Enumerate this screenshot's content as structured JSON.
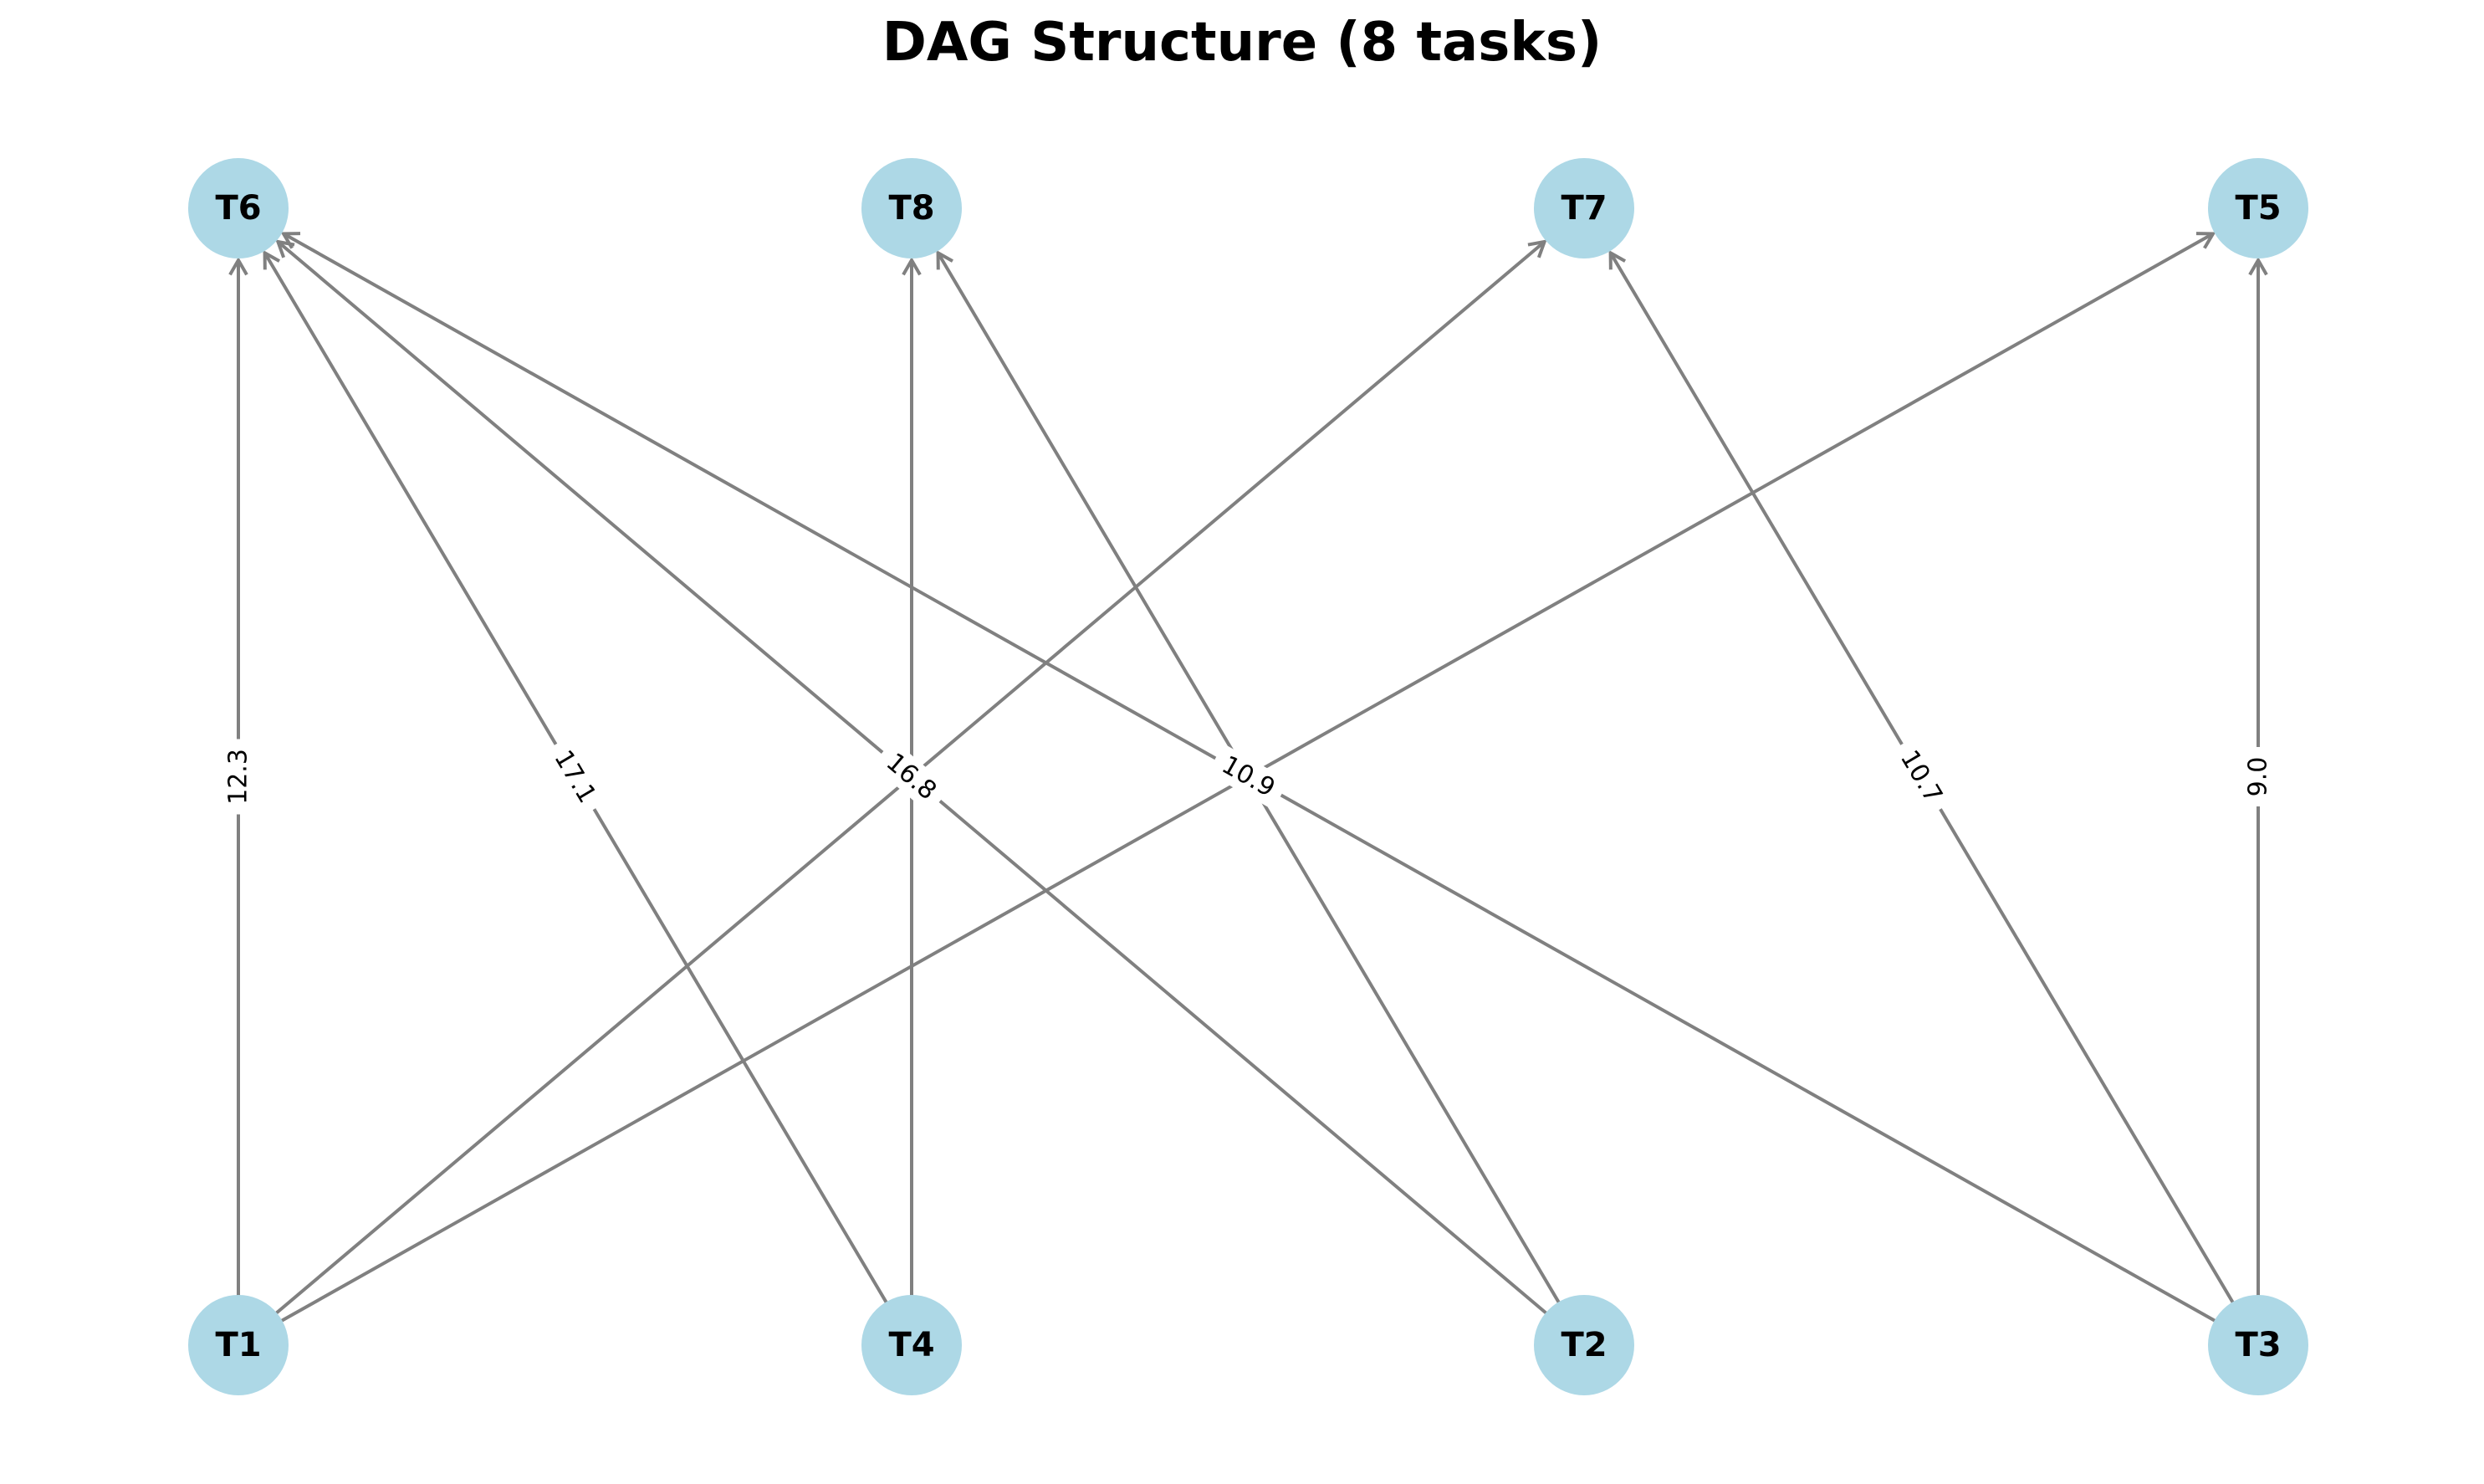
{
  "title": "DAG Structure (8 tasks)",
  "colors": {
    "node_fill": "#add8e6",
    "edge": "#808080",
    "label_bg": "#ffffff"
  },
  "nodes": [
    {
      "id": "T6",
      "row": "top",
      "col": 0
    },
    {
      "id": "T8",
      "row": "top",
      "col": 1
    },
    {
      "id": "T7",
      "row": "top",
      "col": 2
    },
    {
      "id": "T5",
      "row": "top",
      "col": 3
    },
    {
      "id": "T1",
      "row": "bottom",
      "col": 0
    },
    {
      "id": "T4",
      "row": "bottom",
      "col": 1
    },
    {
      "id": "T2",
      "row": "bottom",
      "col": 2
    },
    {
      "id": "T3",
      "row": "bottom",
      "col": 3
    }
  ],
  "edges": [
    {
      "from": "T1",
      "to": "T6",
      "weight": "12.3"
    },
    {
      "from": "T1",
      "to": "T7",
      "weight": ""
    },
    {
      "from": "T1",
      "to": "T5",
      "weight": ""
    },
    {
      "from": "T4",
      "to": "T6",
      "weight": "17.1"
    },
    {
      "from": "T4",
      "to": "T8",
      "weight": ""
    },
    {
      "from": "T2",
      "to": "T6",
      "weight": "16.8"
    },
    {
      "from": "T2",
      "to": "T8",
      "weight": ""
    },
    {
      "from": "T3",
      "to": "T6",
      "weight": "10.9"
    },
    {
      "from": "T3",
      "to": "T7",
      "weight": "10.7"
    },
    {
      "from": "T3",
      "to": "T5",
      "weight": "9.0"
    }
  ]
}
